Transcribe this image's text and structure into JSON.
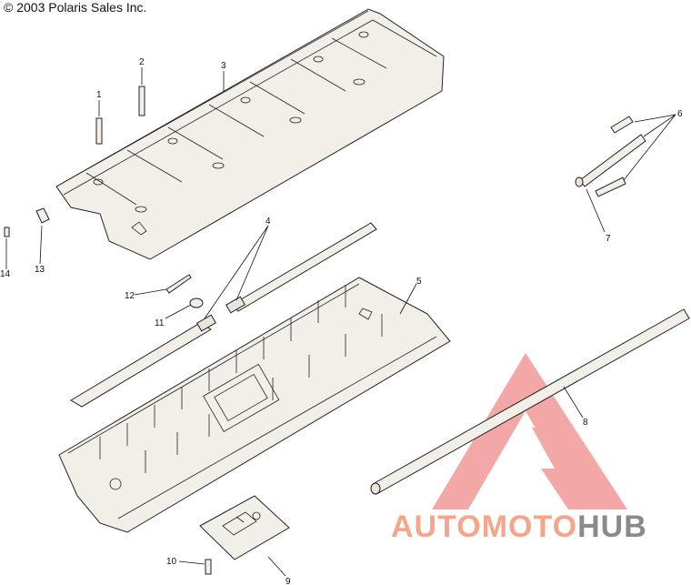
{
  "copyright": "© 2003 Polaris Sales Inc.",
  "callouts": [
    {
      "label": "1"
    },
    {
      "label": "2"
    },
    {
      "label": "3"
    },
    {
      "label": "4"
    },
    {
      "label": "5"
    },
    {
      "label": "6"
    },
    {
      "label": "7"
    },
    {
      "label": "8"
    },
    {
      "label": "9"
    },
    {
      "label": "10"
    },
    {
      "label": "11"
    },
    {
      "label": "12"
    },
    {
      "label": "13"
    },
    {
      "label": "14"
    }
  ],
  "watermark": {
    "part1": "AUTO",
    "part2": "MOTO",
    "part3": "HUB",
    "color_main": "#f5a58a",
    "color_hub": "#8a8a8a",
    "triangle_color": "#f08a8a"
  }
}
